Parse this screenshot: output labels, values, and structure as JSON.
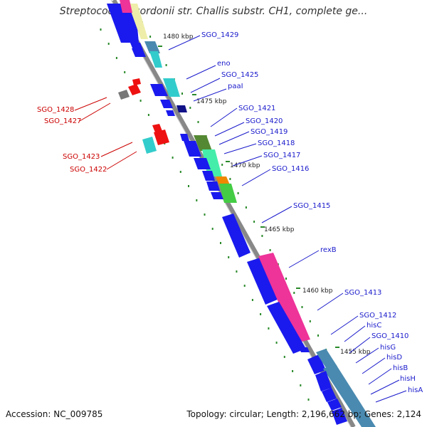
{
  "title": "Streptococcus gordonii str. Challis substr. CH1, complete ge...",
  "footer": {
    "accession": "Accession: NC_009785",
    "topology": "Topology: circular; Length: 2,196,662 bp; Genes: 2,124"
  },
  "ticks": [
    "1480 kbp",
    "1475 kbp",
    "1470 kbp",
    "1465 kbp",
    "1460 kbp",
    "1455 kbp"
  ],
  "colors": {
    "forward_label": "#1a1acc",
    "reverse_label": "#cc0000",
    "backbone": "#888888",
    "dots": "#2a8a2a",
    "gene_blue": "#1a1aee",
    "gene_red": "#ee1111",
    "gene_cyan": "#33cccc",
    "gene_steel": "#4a8ab0",
    "gene_pink": "#ee3399",
    "gene_green": "#44cc44",
    "gene_mint": "#44eeaa",
    "gene_olive": "#558833",
    "gene_yellow": "#eeeeaa",
    "gene_gray": "#777777",
    "gene_navy": "#111188"
  },
  "labels_forward": [
    "SGO_1429",
    "eno",
    "SGO_1425",
    "paaI",
    "SGO_1421",
    "SGO_1420",
    "SGO_1419",
    "SGO_1418",
    "SGO_1417",
    "SGO_1416",
    "SGO_1415",
    "rexB",
    "SGO_1413",
    "SGO_1412",
    "hisC",
    "SGO_1410",
    "hisG",
    "hisD",
    "hisB",
    "hisH",
    "hisA"
  ],
  "labels_reverse": [
    "SGO_1428",
    "SGO_1427",
    "SGO_1423",
    "SGO_1422"
  ]
}
